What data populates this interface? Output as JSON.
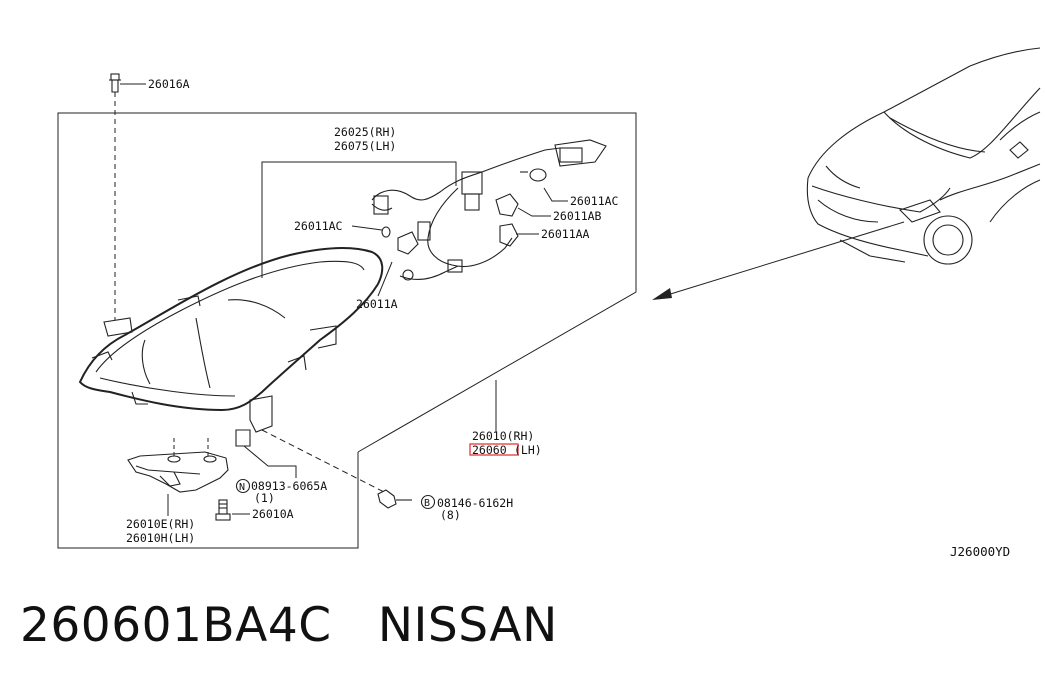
{
  "diagram": {
    "labels": {
      "bolt_top": "26016A",
      "harness_rh": "26025(RH)",
      "harness_lh": "26075(LH)",
      "bulb_ac_right": "26011AC",
      "bulb_ab": "26011AB",
      "bulb_aa": "26011AA",
      "bulb_ac_left": "26011AC",
      "bulb_a": "26011A",
      "headlamp_rh": "26010(RH)",
      "headlamp_lh_code": "26060",
      "headlamp_lh_suffix": "(LH)",
      "nut_part": "08913-6065A",
      "nut_symbol": "N",
      "nut_qty": "(1)",
      "bracket_screw": "26010A",
      "bolt_part": "08146-6162H",
      "bolt_symbol": "B",
      "bolt_qty": "(8)",
      "bracket_rh": "26010E(RH)",
      "bracket_lh": "26010H(LH)",
      "diagram_code": "J26000YD"
    },
    "highlight_color": "#e53935"
  },
  "caption": {
    "part_number": "260601BA4C",
    "brand": "NISSAN"
  }
}
